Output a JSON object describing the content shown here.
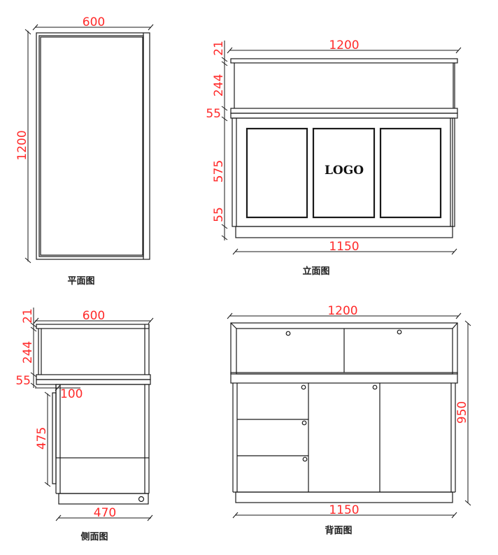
{
  "colors": {
    "line": "#1a1a1a",
    "dimension_text": "#ff2a2a",
    "background": "#ffffff"
  },
  "views": {
    "plan": {
      "caption": "平面图",
      "dims": {
        "width": "600",
        "depth": "1200"
      }
    },
    "front": {
      "caption": "立面图",
      "logo": "LOGO",
      "dims": {
        "top_width": "1200",
        "bottom_width": "1150",
        "top_board": "21",
        "glass_height": "244",
        "counter_board": "55",
        "cabinet_height": "575",
        "base_height": "55"
      }
    },
    "side": {
      "caption": "侧面图",
      "dims": {
        "top_width": "600",
        "top_board": "21",
        "glass_height": "244",
        "counter_board": "55",
        "overhang": "100",
        "panel_height": "475",
        "bottom_width": "470"
      }
    },
    "back": {
      "caption": "背面图",
      "dims": {
        "top_width": "1200",
        "bottom_width": "1150",
        "total_height": "950"
      }
    }
  }
}
